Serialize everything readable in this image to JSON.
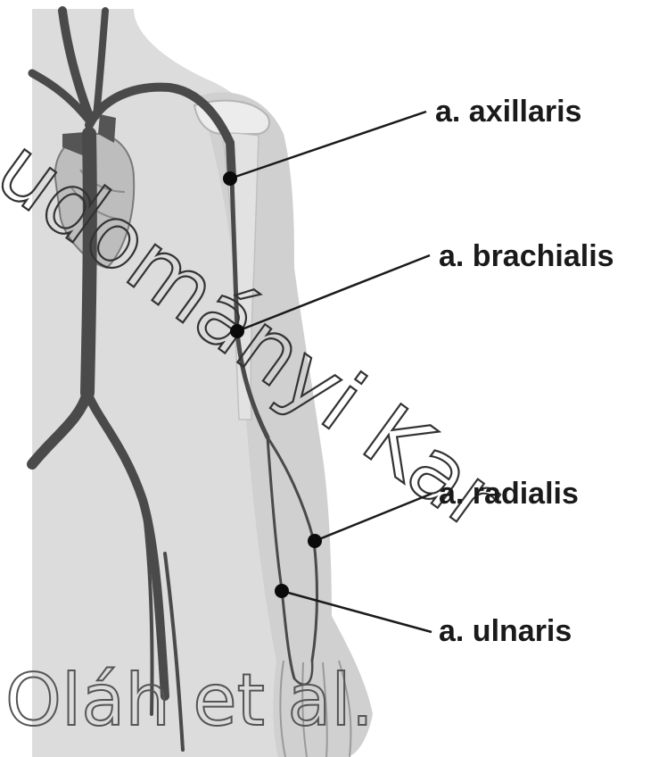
{
  "labels": {
    "axillaris": "a. axillaris",
    "brachialis": "a. brachialis",
    "radialis": "a. radialis",
    "ulnaris": "a. ulnaris"
  },
  "watermarks": {
    "diagonal": "udományi Kar",
    "bottom": "Oláh et al."
  },
  "colors": {
    "body": "#dcdcdc",
    "arm": "#d2d2d2",
    "vessel": "#4a4a4a",
    "leader": "#1a1a1a"
  }
}
